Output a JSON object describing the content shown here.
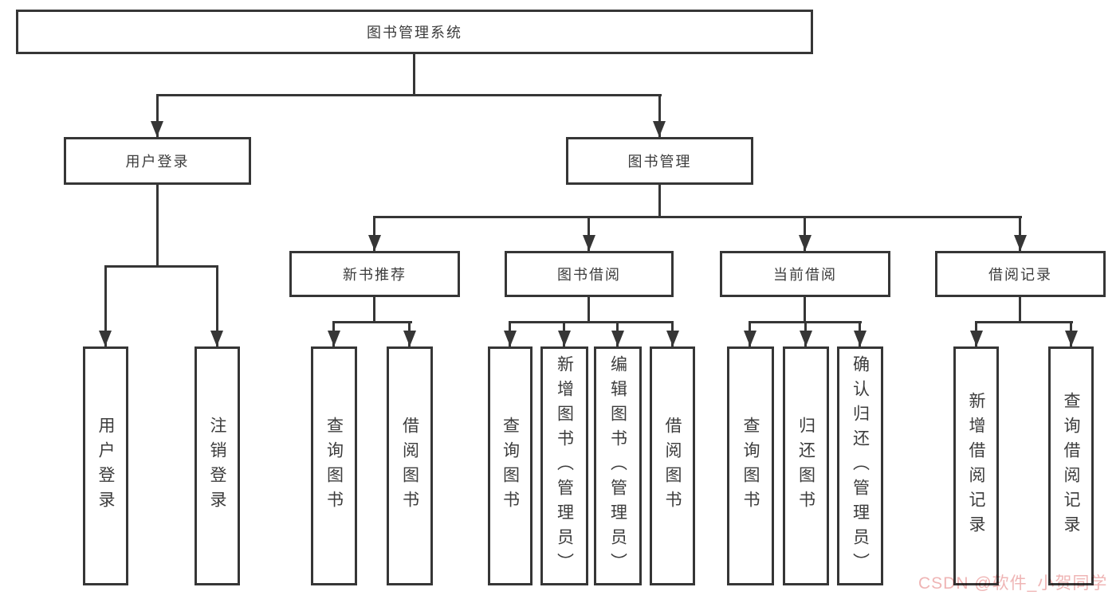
{
  "tree": {
    "label": "图书管理系统",
    "children": [
      {
        "label": "用户登录",
        "children": [
          {
            "label": "用户登录"
          },
          {
            "label": "注销登录"
          }
        ]
      },
      {
        "label": "图书管理",
        "children": [
          {
            "label": "新书推荐",
            "children": [
              {
                "label": "查询图书"
              },
              {
                "label": "借阅图书"
              }
            ]
          },
          {
            "label": "图书借阅",
            "children": [
              {
                "label": "查询图书"
              },
              {
                "label": "新增图书（管理员）"
              },
              {
                "label": "编辑图书（管理员）"
              },
              {
                "label": "借阅图书"
              }
            ]
          },
          {
            "label": "当前借阅",
            "children": [
              {
                "label": "查询图书"
              },
              {
                "label": "归还图书"
              },
              {
                "label": "确认归还（管理员）"
              }
            ]
          },
          {
            "label": "借阅记录",
            "children": [
              {
                "label": "新增借阅记录"
              },
              {
                "label": "查询借阅记录"
              }
            ]
          }
        ]
      }
    ]
  },
  "watermark": {
    "text": "CSDN @软件_小贺同学",
    "color": "#efb5b5"
  },
  "colors": {
    "line": "#363636",
    "node_border": "#363636",
    "node_text": "#3c3c3c",
    "background": "#ffffff"
  }
}
